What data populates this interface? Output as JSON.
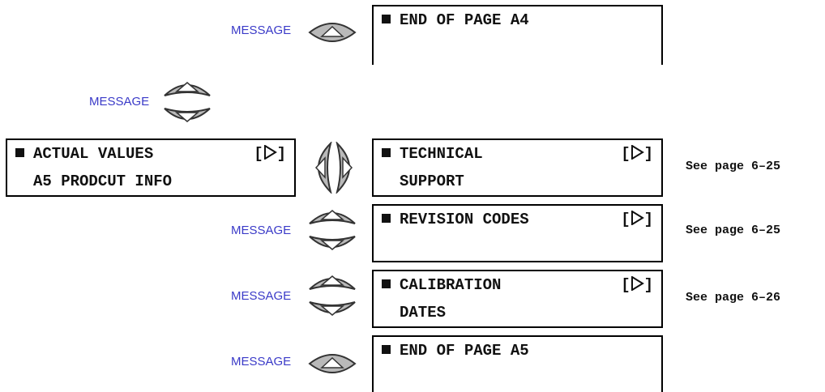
{
  "message_label": "MESSAGE",
  "arrow_glyph": "▷",
  "main_display": {
    "line1": "ACTUAL VALUES",
    "line1_right": "[",
    "line1_right_end": "]",
    "line2": "A5 PRODCUT INFO"
  },
  "displays": [
    {
      "line1": "END OF PAGE A4",
      "line2": ""
    },
    {
      "line1": "TECHNICAL",
      "line2": "SUPPORT",
      "ref": "See page 6–25"
    },
    {
      "line1": "REVISION CODES",
      "line2": "",
      "ref": "See page 6–25"
    },
    {
      "line1": "CALIBRATION",
      "line2": "DATES",
      "ref": "See page 6–26"
    },
    {
      "line1": "END OF PAGE A5",
      "line2": ""
    }
  ],
  "colors": {
    "message_text": "#3a3ac8",
    "button_fill": "#b9b9b9",
    "button_stroke": "#333333"
  },
  "icons": {
    "message_up": "message-up-icon",
    "message_updown": "message-up-down-icon",
    "page_leftright": "page-left-right-icon"
  }
}
